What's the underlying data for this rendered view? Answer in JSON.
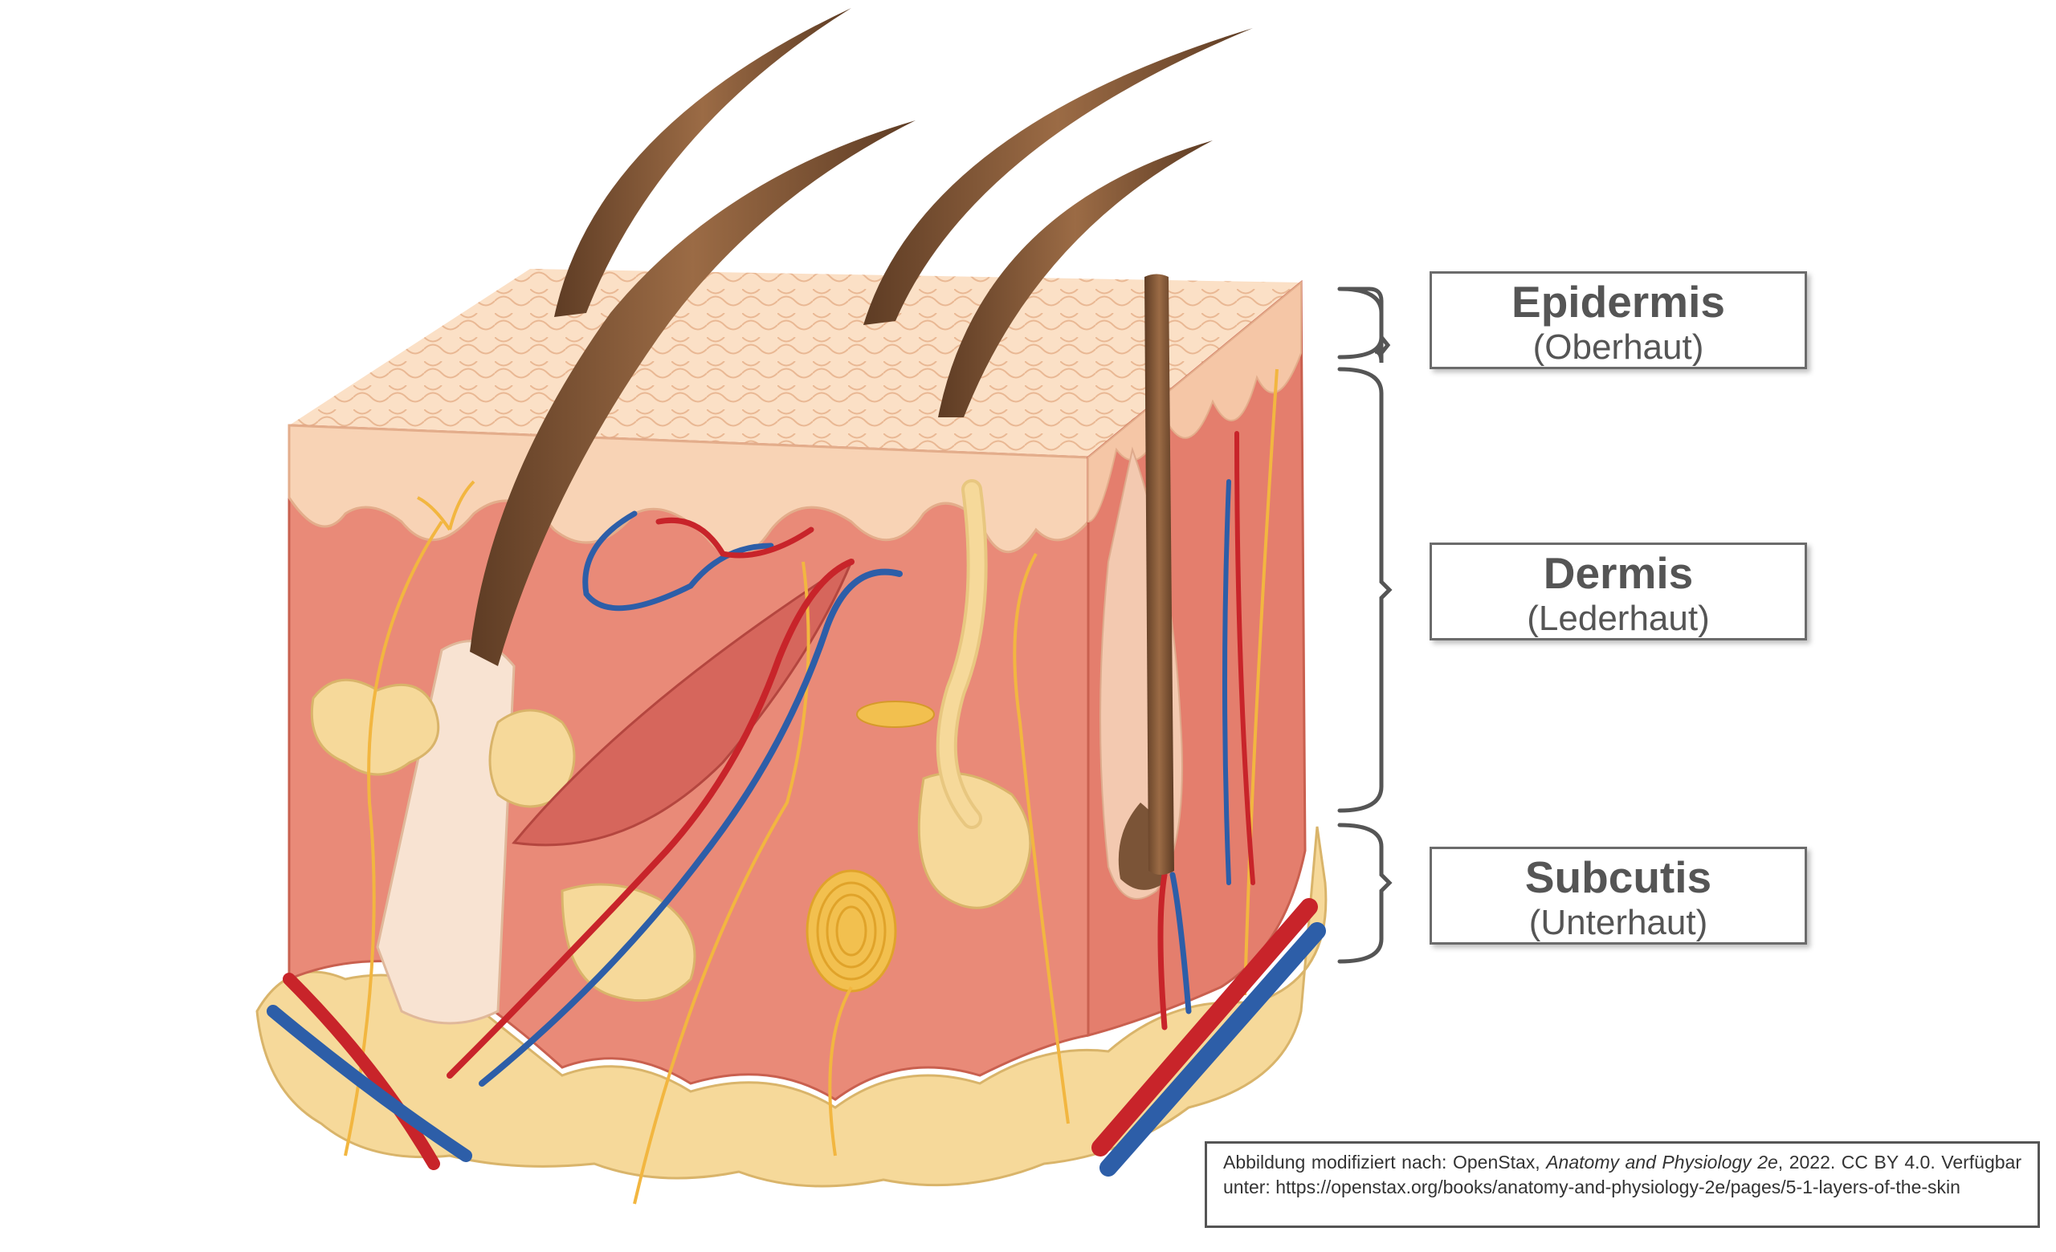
{
  "labels": {
    "epidermis": {
      "main": "Epidermis",
      "sub": "(Oberhaut)"
    },
    "dermis": {
      "main": "Dermis",
      "sub": "(Lederhaut)"
    },
    "subcutis": {
      "main": "Subcutis",
      "sub": "(Unterhaut)"
    }
  },
  "credit": {
    "prefix": "Abbildung modifiziert nach: OpenStax, ",
    "book": "Anatomy and Physiology 2e",
    "suffix": ", 2022. CC BY 4.0. Verfügbar unter: https://openstax.org/books/anatomy-and-physiology-2e/pages/5-1-layers-of-the-skin"
  },
  "colors": {
    "epidermis": "#f8d3b5",
    "dermis": "#e98a78",
    "fat": "#f6d99a",
    "artery": "#c8242a",
    "vein": "#2d5ea8",
    "nerve": "#f2b640",
    "hair": "#7b5437",
    "bracket": "#555555"
  }
}
